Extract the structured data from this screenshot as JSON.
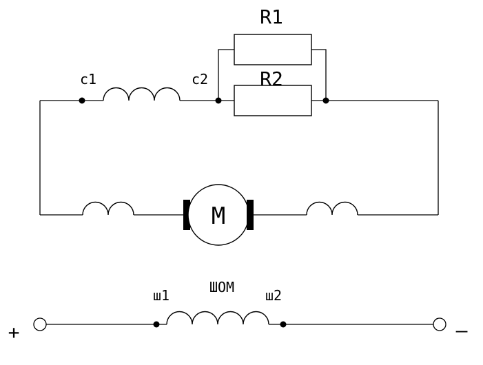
{
  "labels": {
    "r1": "R1",
    "r2": "R2",
    "c1": "c1",
    "c2": "c2",
    "motor": "M",
    "w1": "ш1",
    "w2": "ш2",
    "shunt": "ШОМ",
    "plus": "+",
    "minus": "—"
  }
}
